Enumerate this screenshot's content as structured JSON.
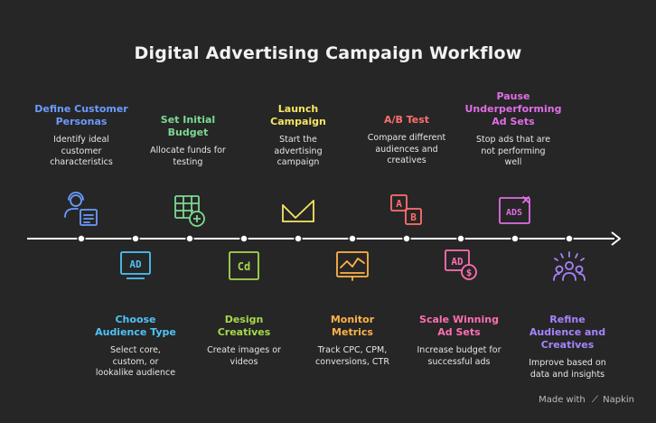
{
  "title": "Digital Advertising Campaign Workflow",
  "colors": {
    "background": "#262626",
    "timeline": "#ffffff",
    "blue": "#6b9bff",
    "cyan": "#4fc3f7",
    "green": "#7cd992",
    "lime": "#a6d94c",
    "yellow": "#f5e663",
    "orange": "#ffb347",
    "red": "#ff6f6f",
    "pink": "#ff6fb3",
    "magenta": "#e06ee6",
    "purple": "#a783ff"
  },
  "steps": [
    {
      "id": "define-personas",
      "title": "Define Customer Personas",
      "title_lines": [
        "Define Customer",
        "Personas"
      ],
      "desc_lines": [
        "Identify ideal",
        "customer",
        "characteristics"
      ],
      "icon": "persona-icon",
      "color": "#6b9bff",
      "position": "top"
    },
    {
      "id": "audience-type",
      "title_lines": [
        "Choose",
        "Audience Type"
      ],
      "desc_lines": [
        "Select core,",
        "custom, or",
        "lookalike audience"
      ],
      "icon": "ad-monitor-icon",
      "color": "#4fc3f7",
      "position": "bottom"
    },
    {
      "id": "set-budget",
      "title_lines": [
        "Set Initial",
        "Budget"
      ],
      "desc_lines": [
        "Allocate funds for",
        "testing"
      ],
      "icon": "spreadsheet-add-icon",
      "color": "#7cd992",
      "position": "top"
    },
    {
      "id": "design-creatives",
      "title_lines": [
        "Design",
        "Creatives"
      ],
      "desc_lines": [
        "Create images or",
        "videos"
      ],
      "icon": "creative-cd-icon",
      "color": "#a6d94c",
      "position": "bottom"
    },
    {
      "id": "launch-campaign",
      "title_lines": [
        "Launch",
        "Campaign"
      ],
      "desc_lines": [
        "Start the",
        "advertising",
        "campaign"
      ],
      "icon": "launch-ramp-icon",
      "color": "#f5e663",
      "position": "top"
    },
    {
      "id": "monitor-metrics",
      "title_lines": [
        "Monitor",
        "Metrics"
      ],
      "desc_lines": [
        "Track CPC, CPM,",
        "conversions, CTR"
      ],
      "icon": "metrics-chart-icon",
      "color": "#ffb347",
      "position": "bottom"
    },
    {
      "id": "ab-test",
      "title_lines": [
        "A/B Test"
      ],
      "desc_lines": [
        "Compare different",
        "audiences and",
        "creatives"
      ],
      "icon": "ab-test-icon",
      "color": "#ff6f6f",
      "position": "top"
    },
    {
      "id": "scale-winning",
      "title_lines": [
        "Scale Winning",
        "Ad Sets"
      ],
      "desc_lines": [
        "Increase budget for",
        "successful ads"
      ],
      "icon": "ad-dollar-icon",
      "color": "#ff6fb3",
      "position": "bottom"
    },
    {
      "id": "pause-underperforming",
      "title_lines": [
        "Pause",
        "Underperforming",
        "Ad Sets"
      ],
      "desc_lines": [
        "Stop ads that are",
        "not performing",
        "well"
      ],
      "icon": "ad-close-icon",
      "color": "#e06ee6",
      "position": "top"
    },
    {
      "id": "refine-audience",
      "title_lines": [
        "Refine",
        "Audience and",
        "Creatives"
      ],
      "desc_lines": [
        "Improve based on",
        "data and insights"
      ],
      "icon": "audience-refine-icon",
      "color": "#a783ff",
      "position": "bottom"
    }
  ],
  "watermark": {
    "prefix": "Made with",
    "brand": "Napkin"
  }
}
